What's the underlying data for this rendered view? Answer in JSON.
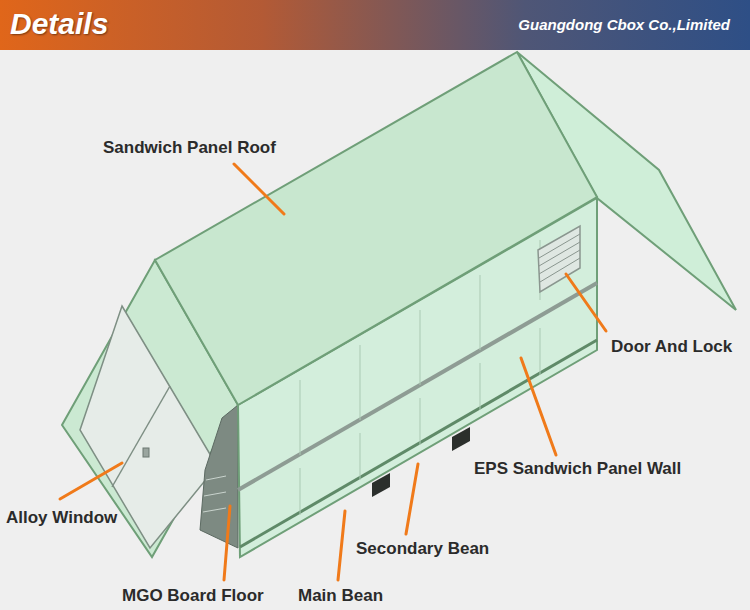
{
  "diagram": {
    "title": "Details",
    "labels": [
      "Guangdong Cbox Co.,Limited",
      "Sandwich Panel Roof",
      "Door And Lock",
      "EPS Sandwich Panel Wall",
      "Alloy Window",
      "Secondary Bean",
      "MGO Board Floor",
      "Main Bean"
    ]
  }
}
